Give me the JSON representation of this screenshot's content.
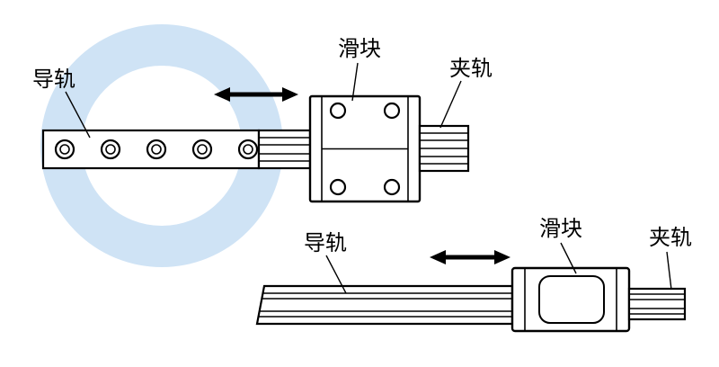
{
  "page": {
    "background": "#ffffff",
    "description_type": "linear-guide-rail-technical-diagram"
  },
  "colors": {
    "highlight_ring": "#cfe3f5",
    "outline": "#000000"
  },
  "views": {
    "top": {
      "guide_rail": "导轨",
      "slider": "滑块",
      "clamp_rail": "夹轨"
    },
    "bottom": {
      "guide_rail": "导轨",
      "slider": "滑块",
      "clamp_rail": "夹轨"
    }
  }
}
